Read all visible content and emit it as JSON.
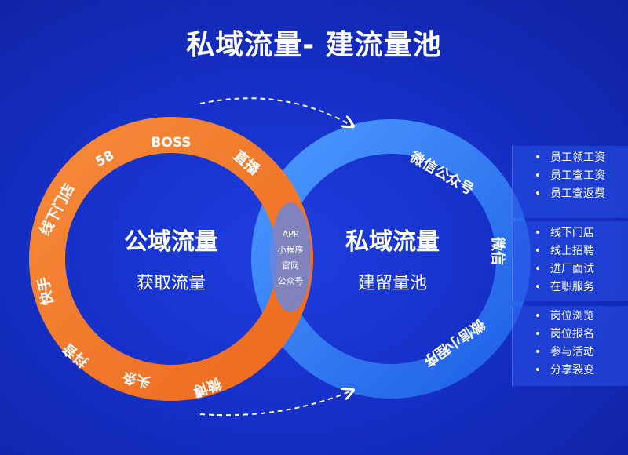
{
  "title": "私域流量- 建流量池",
  "public_circle": {
    "title": "公域流量",
    "subtitle": "获取流量",
    "ring_labels": [
      "BOSS",
      "58",
      "直播",
      "线下门店",
      "快手",
      "抖音",
      "头条",
      "微博"
    ]
  },
  "private_circle": {
    "title": "私域流量",
    "subtitle": "建留量池",
    "ring_labels": [
      "微信公众号",
      "微信",
      "微信小程序"
    ]
  },
  "overlap_labels": [
    "APP",
    "小程序",
    "官网",
    "公众号"
  ],
  "side_panels": [
    [
      "员工领工资",
      "员工查工资",
      "员工查返费"
    ],
    [
      "线下门店",
      "线上招聘",
      "进厂面试",
      "在职服务"
    ],
    [
      "岗位浏览",
      "岗位报名",
      "参与活动",
      "分享裂变"
    ]
  ],
  "colors": {
    "background": "#1630c8",
    "orange_ring": "#f0782a",
    "blue_ring": "#2f7ef5",
    "text": "#ffffff"
  },
  "icons": {
    "bullet": "•"
  }
}
